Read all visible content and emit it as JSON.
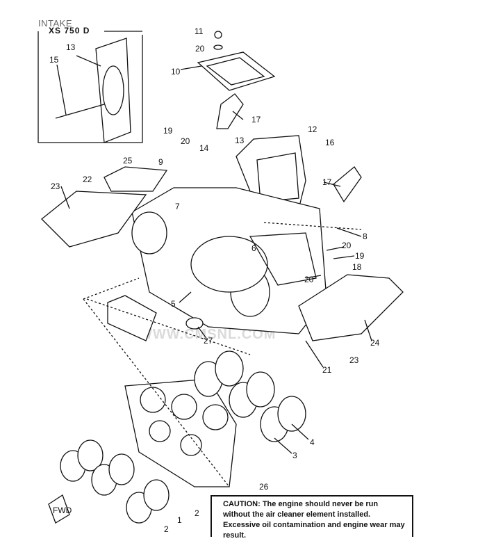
{
  "header": {
    "title": "INTAKE",
    "model": "XS 750 D"
  },
  "watermark": "WWW.CMSNL.COM",
  "fwd_label": "FWD",
  "caution": "CAUTION: The engine should never be run without the air cleaner element installed. Excessive oil contamination and engine wear may result.",
  "callouts": {
    "c11": "11",
    "c20a": "20",
    "c10": "10",
    "c17a": "17",
    "c19a": "19",
    "c20b": "20",
    "c14": "14",
    "c13": "13",
    "c12": "12",
    "c16": "16",
    "c25": "25",
    "c9": "9",
    "c22": "22",
    "c17b": "17",
    "c23a": "23",
    "c7": "7",
    "c8": "8",
    "c6": "6",
    "c20c": "20",
    "c19b": "19",
    "c18": "18",
    "c20d": "20",
    "c5": "5",
    "c27": "27",
    "c24": "24",
    "c23b": "23",
    "c21": "21",
    "c4": "4",
    "c3": "3",
    "c26": "26",
    "c2a": "2",
    "c1": "1",
    "c2b": "2",
    "inset13": "13",
    "inset15": "15"
  }
}
